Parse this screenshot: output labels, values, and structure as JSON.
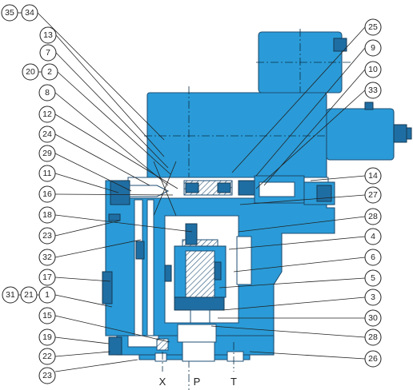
{
  "callouts_left": [
    {
      "id": "l-35-34",
      "text": "35-34"
    },
    {
      "id": "l-13",
      "text": "13"
    },
    {
      "id": "l-7",
      "text": "7"
    },
    {
      "id": "l-20-2",
      "text": "20-2"
    },
    {
      "id": "l-8",
      "text": "8"
    },
    {
      "id": "l-12",
      "text": "12"
    },
    {
      "id": "l-24",
      "text": "24"
    },
    {
      "id": "l-29",
      "text": "29"
    },
    {
      "id": "l-11",
      "text": "11"
    },
    {
      "id": "l-16",
      "text": "16"
    },
    {
      "id": "l-18",
      "text": "18"
    },
    {
      "id": "l-23a",
      "text": "23"
    },
    {
      "id": "l-32",
      "text": "32"
    },
    {
      "id": "l-17",
      "text": "17"
    },
    {
      "id": "l-31-21-1",
      "text": "31-21-1"
    },
    {
      "id": "l-15",
      "text": "15"
    },
    {
      "id": "l-19",
      "text": "19"
    },
    {
      "id": "l-22",
      "text": "22"
    },
    {
      "id": "l-23b",
      "text": "23"
    }
  ],
  "callouts_right": [
    {
      "id": "r-25",
      "text": "25"
    },
    {
      "id": "r-9",
      "text": "9"
    },
    {
      "id": "r-10",
      "text": "10"
    },
    {
      "id": "r-33",
      "text": "33"
    },
    {
      "id": "r-14",
      "text": "14"
    },
    {
      "id": "r-27",
      "text": "27"
    },
    {
      "id": "r-28a",
      "text": "28"
    },
    {
      "id": "r-4",
      "text": "4"
    },
    {
      "id": "r-6",
      "text": "6"
    },
    {
      "id": "r-5",
      "text": "5"
    },
    {
      "id": "r-3",
      "text": "3"
    },
    {
      "id": "r-30",
      "text": "30"
    },
    {
      "id": "r-28b",
      "text": "28"
    },
    {
      "id": "r-26",
      "text": "26"
    }
  ],
  "ports": {
    "x": "X",
    "p": "P",
    "t": "T"
  },
  "colors": {
    "body": "#2a9bd8",
    "dark": "#1f6ea3",
    "outline": "#1f4f74"
  }
}
